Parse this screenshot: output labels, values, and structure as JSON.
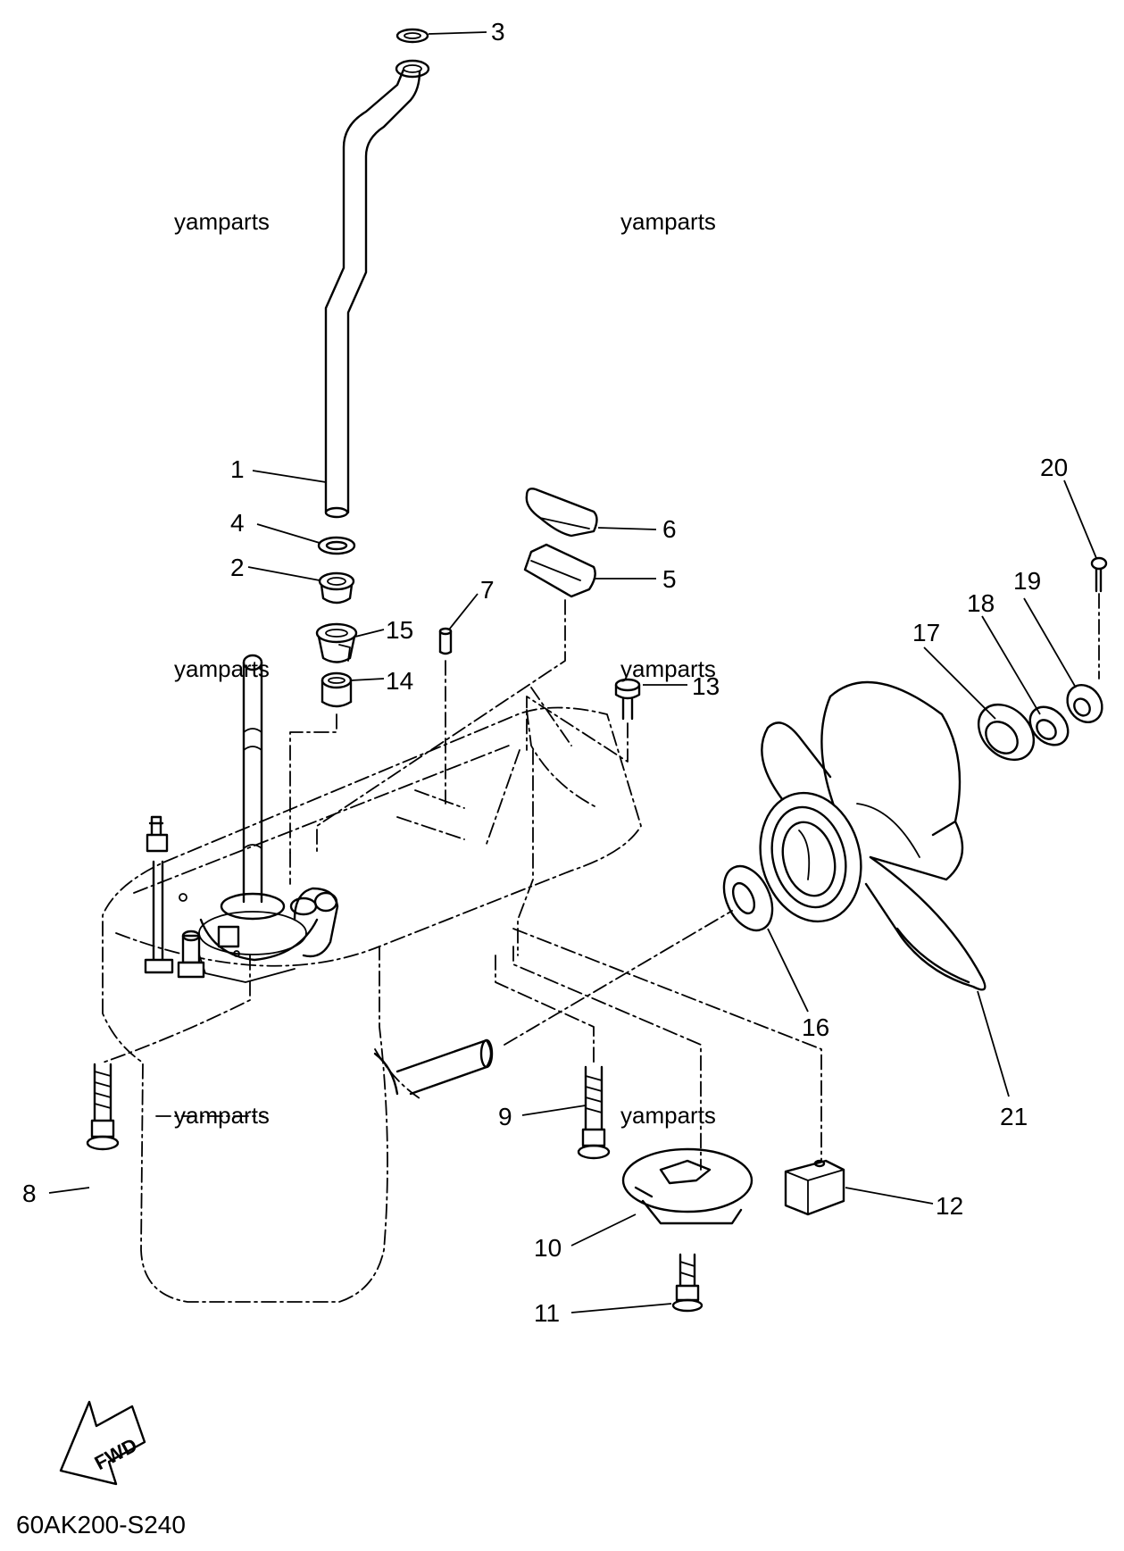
{
  "diagram_code": "60AK200-S240",
  "fwd_label": "FWD",
  "watermark": "yamparts",
  "callouts": [
    "1",
    "2",
    "3",
    "4",
    "5",
    "6",
    "7",
    "8",
    "9",
    "10",
    "11",
    "12",
    "13",
    "14",
    "15",
    "16",
    "17",
    "18",
    "19",
    "20",
    "21"
  ],
  "colors": {
    "ink": "#000000",
    "background": "#ffffff"
  }
}
